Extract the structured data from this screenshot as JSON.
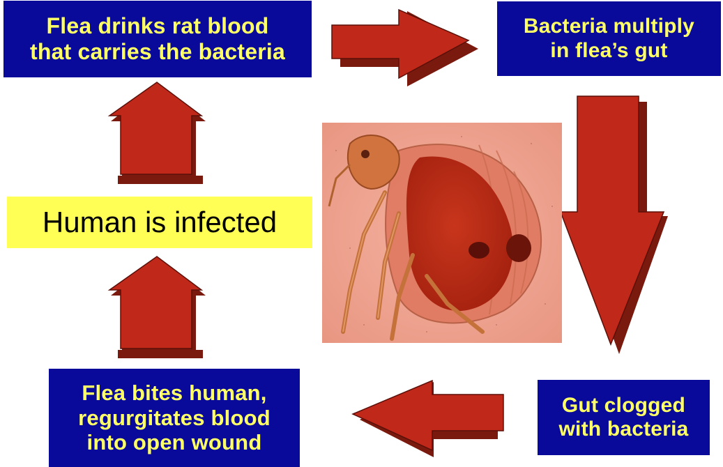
{
  "boxes": {
    "top_left": {
      "line1": "Flea drinks rat blood",
      "line2": "that carries the bacteria"
    },
    "top_right": {
      "line1": "Bacteria multiply",
      "line2": "in flea’s gut"
    },
    "bottom_right": {
      "line1": "Gut clogged",
      "line2": "with bacteria"
    },
    "bottom_left": {
      "line1": "Flea bites human,",
      "line2": "regurgitates blood",
      "line3": "into open wound"
    }
  },
  "center_label": "Human is infected",
  "colors": {
    "box_background": "#0a0a9a",
    "box_text": "#ffff66",
    "label_background": "#ffff55",
    "arrow_face": "#c0281a",
    "arrow_side": "#7a1a0e"
  },
  "icons": {
    "arrows": [
      "arrow-right-icon",
      "arrow-down-icon",
      "arrow-left-icon",
      "arrow-up-icon"
    ],
    "photo": "flea-photo"
  }
}
